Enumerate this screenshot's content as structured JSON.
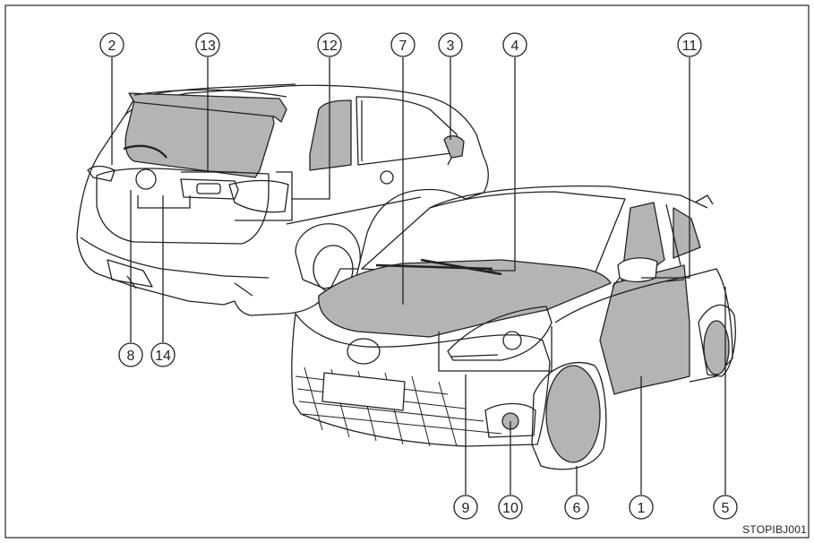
{
  "figure": {
    "code": "STOPIBJ001",
    "colors": {
      "line": "#222222",
      "shade": "#b4b4b4",
      "paper": "#ffffff"
    }
  },
  "callouts": [
    {
      "id": "c1",
      "label": "1"
    },
    {
      "id": "c2",
      "label": "2"
    },
    {
      "id": "c3",
      "label": "3"
    },
    {
      "id": "c4",
      "label": "4"
    },
    {
      "id": "c5",
      "label": "5"
    },
    {
      "id": "c6",
      "label": "6"
    },
    {
      "id": "c7",
      "label": "7"
    },
    {
      "id": "c8",
      "label": "8"
    },
    {
      "id": "c9",
      "label": "9"
    },
    {
      "id": "c10",
      "label": "10"
    },
    {
      "id": "c11",
      "label": "11"
    },
    {
      "id": "c12",
      "label": "12"
    },
    {
      "id": "c13",
      "label": "13"
    },
    {
      "id": "c14",
      "label": "14"
    }
  ]
}
